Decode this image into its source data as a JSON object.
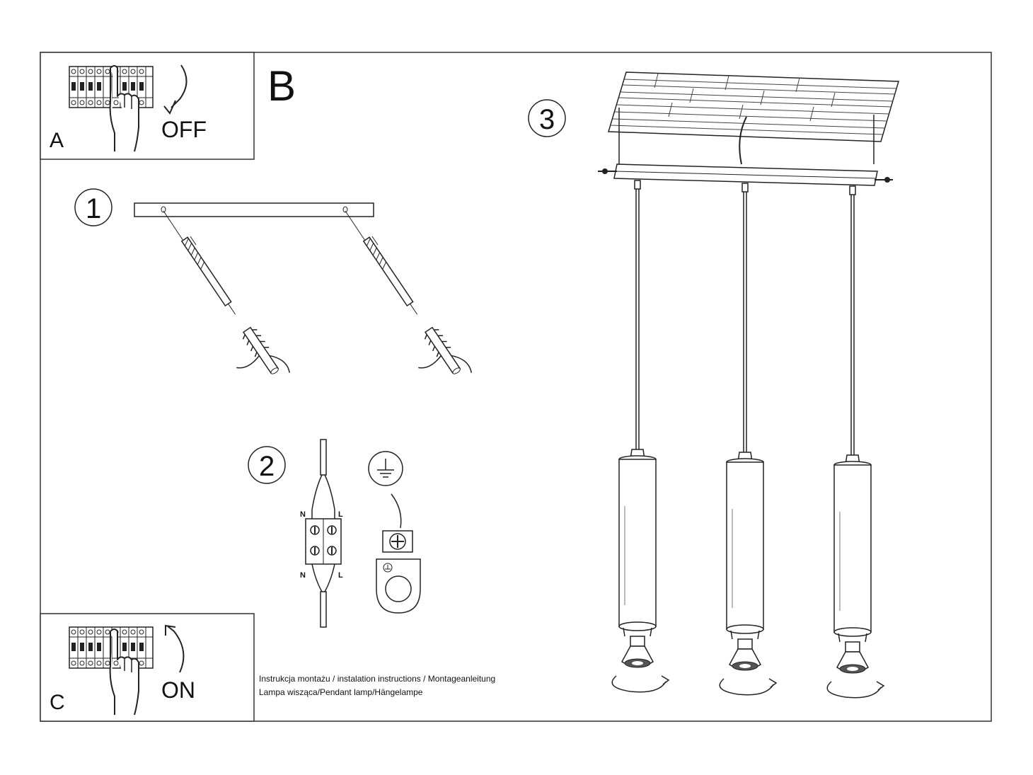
{
  "panel_a": {
    "letter": "A",
    "action": "OFF"
  },
  "panel_b": {
    "letter": "B"
  },
  "panel_c": {
    "letter": "C",
    "action": "ON"
  },
  "steps": {
    "step1": "1",
    "step2": "2",
    "step3": "3"
  },
  "wiring": {
    "neutral": "N",
    "live": "L"
  },
  "caption": {
    "line1": "Instrukcja montażu / instalation instructions / Montageanleitung",
    "line2": "Lampa wisząca/Pendant lamp/Hängelampe"
  },
  "icons": [
    "circuit-breaker-icon",
    "hand-icon",
    "curved-arrow-icon",
    "ground-symbol-icon",
    "rotate-arrow-icon"
  ]
}
